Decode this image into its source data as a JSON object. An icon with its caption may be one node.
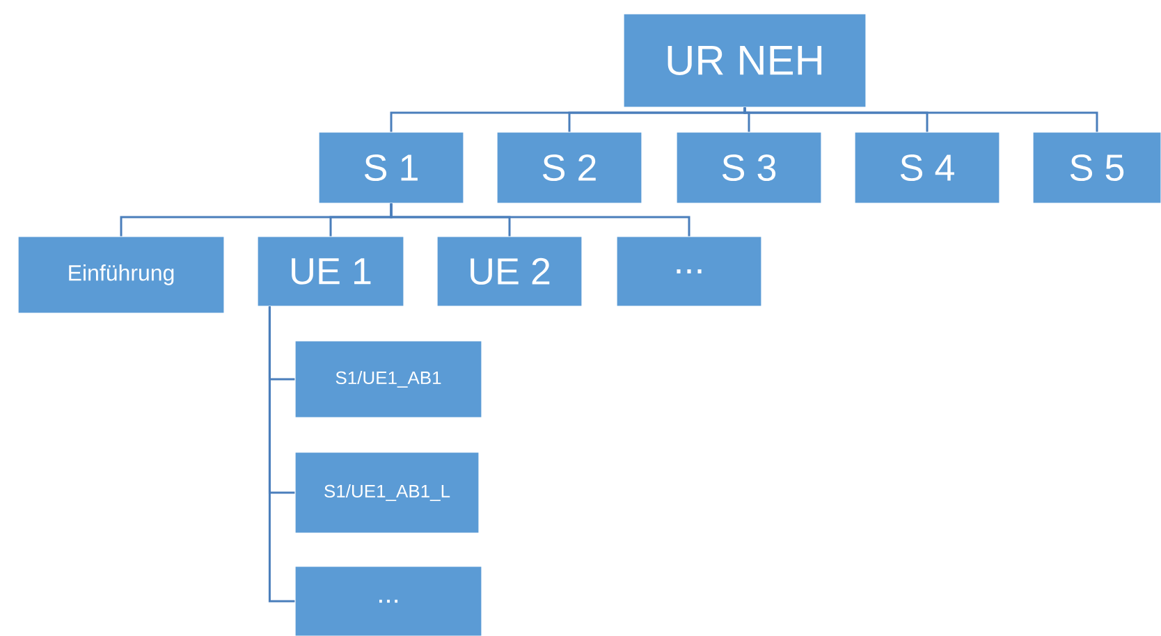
{
  "diagram": {
    "nodes": [
      {
        "text": [
          "UR NEH"
        ]
      },
      {
        "text": [
          "S 1"
        ]
      },
      {
        "text": [
          "S 2"
        ]
      },
      {
        "text": [
          "S 3"
        ]
      },
      {
        "text": [
          "S 4"
        ]
      },
      {
        "text": [
          "S 5"
        ]
      },
      {
        "text": [
          "Einführung"
        ]
      },
      {
        "text": [
          "UE 1"
        ]
      },
      {
        "text": [
          "UE 2"
        ]
      },
      {
        "text": [
          "..."
        ]
      },
      {
        "text": [
          "S1/UE1_AB1"
        ]
      },
      {
        "text": [
          "S1/UE1_AB1_L"
        ]
      },
      {
        "text": [
          "..."
        ]
      }
    ],
    "edges": [
      {
        "from": 0,
        "to": 1,
        "arrow": "none"
      },
      {
        "from": 0,
        "to": 2,
        "arrow": "none"
      },
      {
        "from": 0,
        "to": 3,
        "arrow": "none"
      },
      {
        "from": 0,
        "to": 4,
        "arrow": "none"
      },
      {
        "from": 0,
        "to": 5,
        "arrow": "none"
      },
      {
        "from": 1,
        "to": 6,
        "arrow": "none"
      },
      {
        "from": 1,
        "to": 7,
        "arrow": "none"
      },
      {
        "from": 1,
        "to": 8,
        "arrow": "none"
      },
      {
        "from": 1,
        "to": 9,
        "arrow": "none"
      },
      {
        "from": 7,
        "to": 10,
        "arrow": "none"
      },
      {
        "from": 7,
        "to": 11,
        "arrow": "none"
      },
      {
        "from": 7,
        "to": 12,
        "arrow": "none"
      }
    ]
  }
}
